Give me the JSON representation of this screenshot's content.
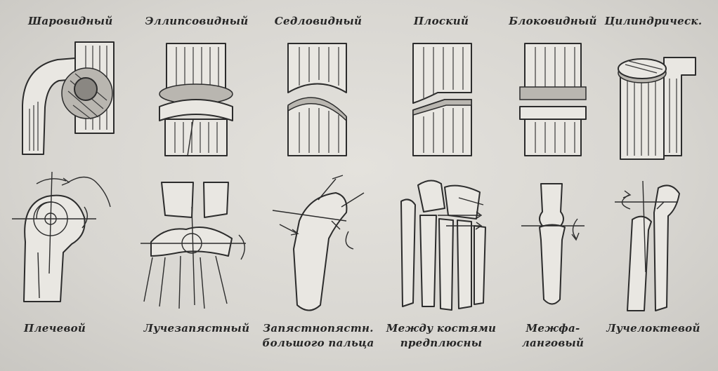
{
  "joints": [
    {
      "key": "spherical",
      "title": "Шаровидный",
      "caption": [
        "Плечевой"
      ]
    },
    {
      "key": "ellipsoid",
      "title": "Эллипсовидный",
      "caption": [
        "Лучезапястный"
      ]
    },
    {
      "key": "saddle",
      "title": "Седловидный",
      "caption": [
        "Запястнопястн.",
        "большого пальца"
      ]
    },
    {
      "key": "plane",
      "title": "Плоский",
      "caption": [
        "Между костями",
        "предплюсны"
      ]
    },
    {
      "key": "hinge",
      "title": "Блоковидный",
      "caption": [
        "Межфа-",
        "ланговый"
      ]
    },
    {
      "key": "cylindrical",
      "title": "Цилиндрическ.",
      "caption": [
        "Лучелоктевой"
      ]
    }
  ]
}
